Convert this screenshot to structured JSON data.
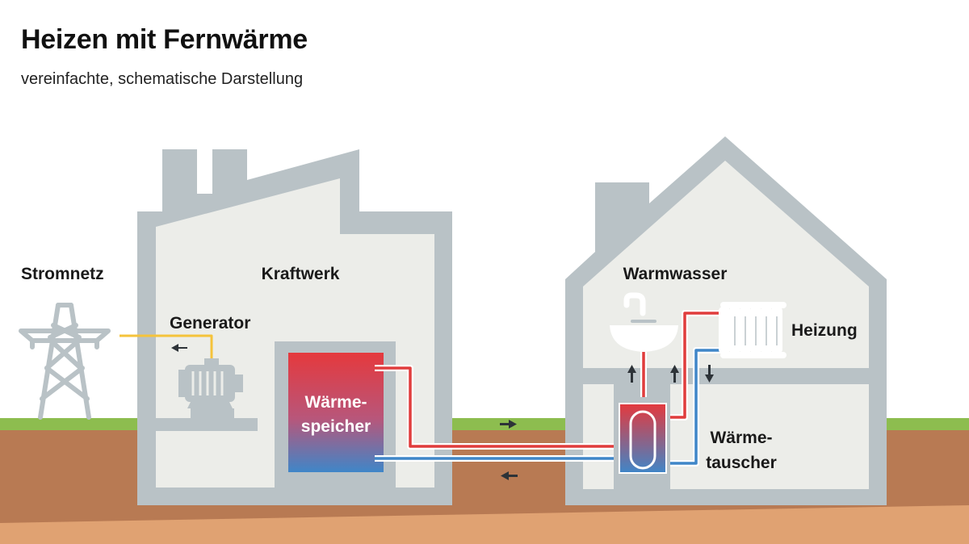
{
  "title": "Heizen mit Fernwärme",
  "subtitle": "vereinfachte, schematische Darstellung",
  "labels": {
    "stromnetz": "Stromnetz",
    "kraftwerk": "Kraftwerk",
    "generator": "Generator",
    "waermespeicher_line1": "Wärme-",
    "waermespeicher_line2": "speicher",
    "warmwasser": "Warmwasser",
    "heizung": "Heizung",
    "waermetauscher_line1": "Wärme-",
    "waermetauscher_line2": "tauscher"
  },
  "colors": {
    "building_wall": "#b9c2c6",
    "building_interior": "#ecede9",
    "grass": "#8dbd4f",
    "soil": "#b87a53",
    "soil_light": "#e0a272",
    "hot_pipe": "#e03c3c",
    "cold_pipe": "#3f86c8",
    "power_line": "#f5c33b",
    "arrow": "#2d3338"
  },
  "icons": [
    "power-pylon-icon",
    "generator-icon",
    "sink-faucet-icon",
    "radiator-icon",
    "flow-arrow-icon"
  ]
}
